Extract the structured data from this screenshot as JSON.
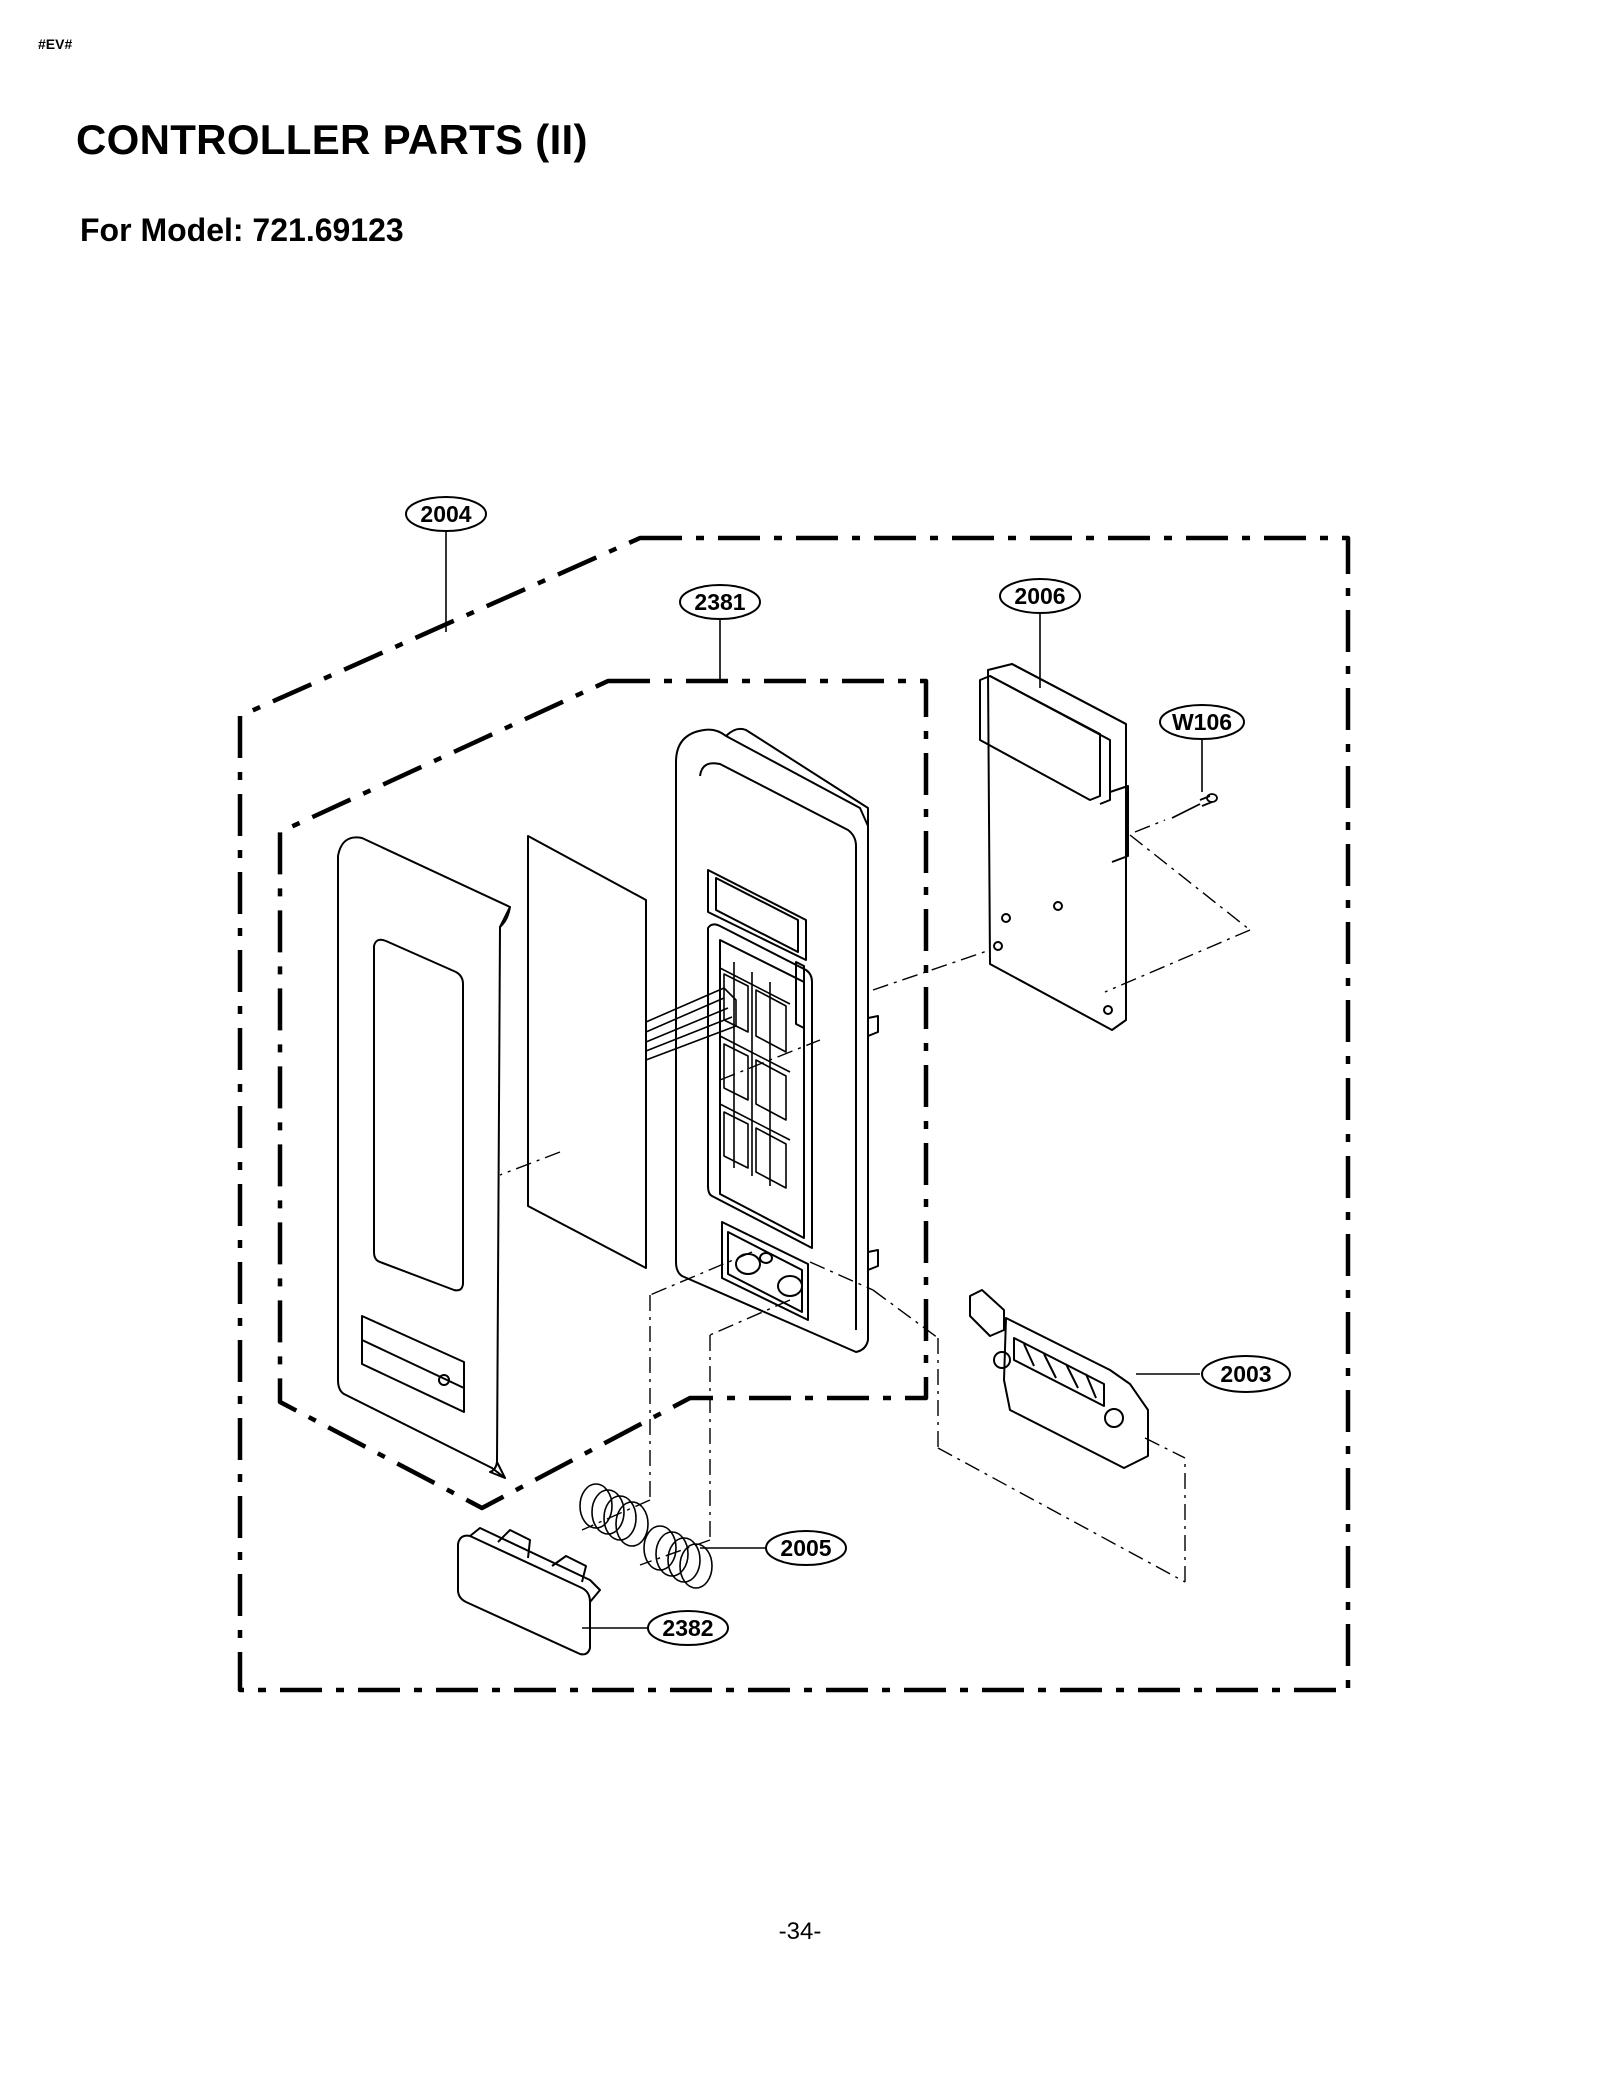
{
  "header_code": "#EV#",
  "title": "CONTROLLER PARTS (II)",
  "subtitle": "For Model: 721.69123",
  "page_number": "-34-",
  "callouts": [
    {
      "id": "2004",
      "label": "2004"
    },
    {
      "id": "2381",
      "label": "2381"
    },
    {
      "id": "2006",
      "label": "2006"
    },
    {
      "id": "W106",
      "label": "W106"
    },
    {
      "id": "2003",
      "label": "2003"
    },
    {
      "id": "2005",
      "label": "2005"
    },
    {
      "id": "2382",
      "label": "2382"
    }
  ]
}
